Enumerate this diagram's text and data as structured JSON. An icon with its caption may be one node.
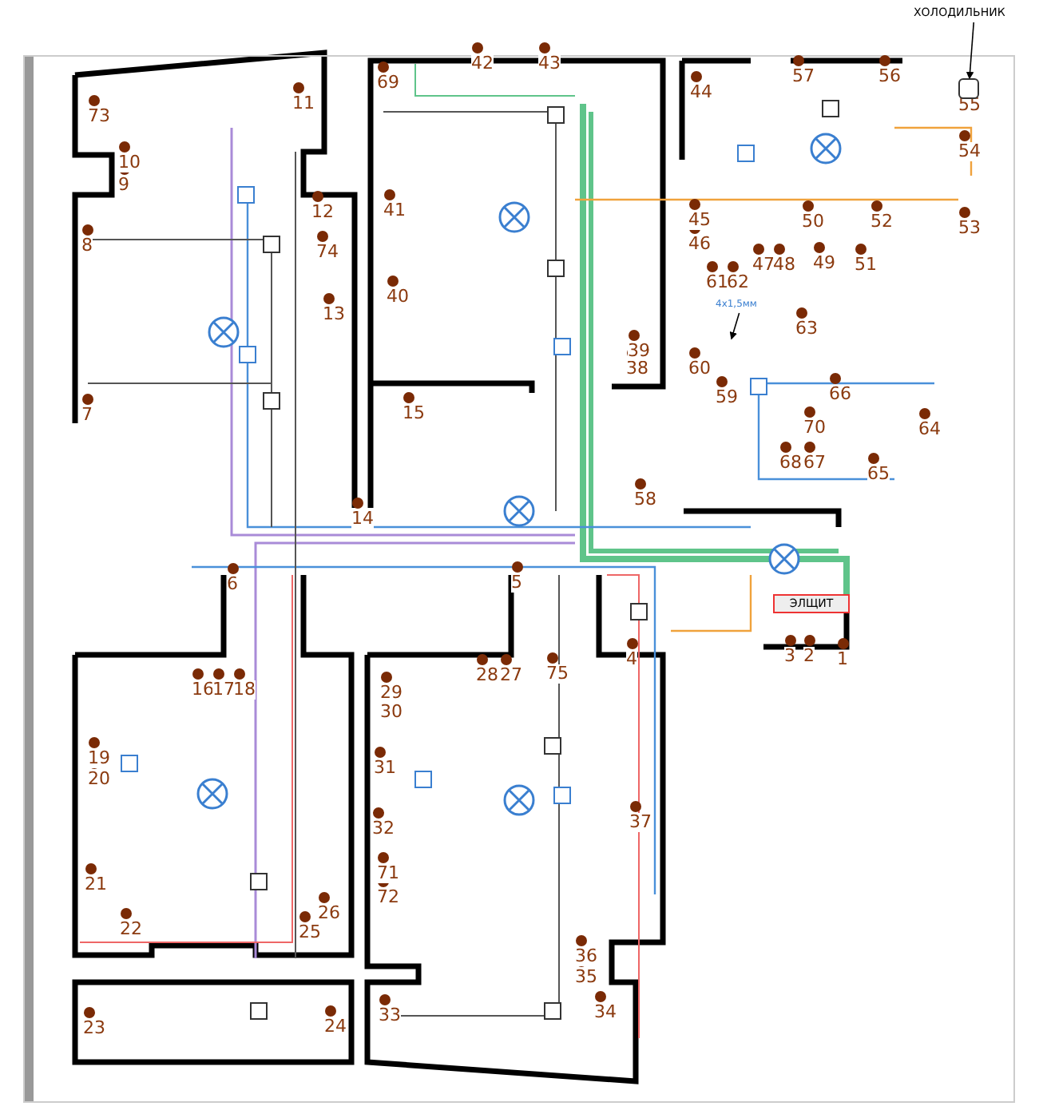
{
  "diagram": {
    "nodes": [
      {
        "text": [
          "ХОЛОДИЛЬНИК"
        ]
      },
      {
        "text": [],
        "shape": "box"
      },
      {
        "text": [
          "4х1,5мм"
        ]
      },
      {
        "text": [
          "ЭЛЩИТ"
        ]
      }
    ],
    "edges": [
      {
        "from": 0,
        "to": 1,
        "arrow": "to"
      },
      {
        "from": 2,
        "to": null,
        "arrow": "to"
      }
    ],
    "labels": [
      "1",
      "2",
      "3",
      "4",
      "5",
      "6",
      "7",
      "8",
      "9",
      "10",
      "11",
      "12",
      "13",
      "14",
      "15",
      "16",
      "17",
      "18",
      "19",
      "20",
      "21",
      "22",
      "23",
      "24",
      "25",
      "26",
      "27",
      "28",
      "29",
      "30",
      "31",
      "32",
      "33",
      "34",
      "35",
      "36",
      "37",
      "38",
      "39",
      "40",
      "41",
      "42",
      "43",
      "44",
      "45",
      "46",
      "47",
      "48",
      "49",
      "50",
      "51",
      "52",
      "53",
      "54",
      "55",
      "56",
      "57",
      "58",
      "59",
      "60",
      "61",
      "62",
      "63",
      "64",
      "65",
      "66",
      "67",
      "68",
      "69",
      "70",
      "71",
      "72",
      "73",
      "74",
      "75"
    ]
  }
}
